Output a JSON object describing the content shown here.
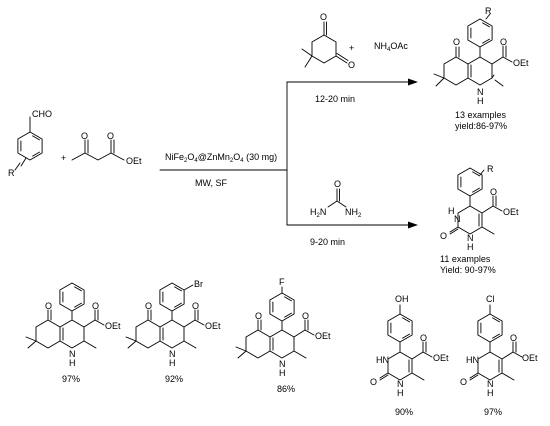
{
  "reagents": {
    "aldehyde_cho": "CHO",
    "aldehyde_r": "R",
    "plus": "+",
    "ketoester_oet": "OEt"
  },
  "conditions": {
    "catalyst_a": "NiFe",
    "catalyst_a_sub1": "2",
    "catalyst_a_mid": "O",
    "catalyst_a_sub2": "4",
    "catalyst_b": "@ZnMn",
    "catalyst_b_sub1": "2",
    "catalyst_b_mid": "O",
    "catalyst_b_sub2": "4",
    "catalyst_amount": " (30 mg)",
    "medium": "MW, SF"
  },
  "upper_route": {
    "plus": "+",
    "ammonium_a": "NH",
    "ammonium_sub": "4",
    "ammonium_b": "OAc",
    "time": "12-20 min",
    "product_examples": "13 examples",
    "product_yield": "yield:86-97%"
  },
  "lower_route": {
    "urea_left": "H",
    "urea_left_sub": "2",
    "urea_left_n": "N",
    "urea_right": "NH",
    "urea_right_sub": "2",
    "time": "9-20  min",
    "product_examples": "11 examples",
    "product_yield": "Yield: 90-97%"
  },
  "atoms": {
    "o": "O",
    "r": "R",
    "oet": "OEt",
    "h": "H",
    "n": "N",
    "hn": "HN",
    "br": "Br",
    "f": "F",
    "oh": "OH",
    "cl": "Cl"
  },
  "examples": [
    {
      "yield": "97%"
    },
    {
      "yield": "92%"
    },
    {
      "yield": "86%"
    },
    {
      "yield": "90%"
    },
    {
      "yield": "97%"
    }
  ]
}
